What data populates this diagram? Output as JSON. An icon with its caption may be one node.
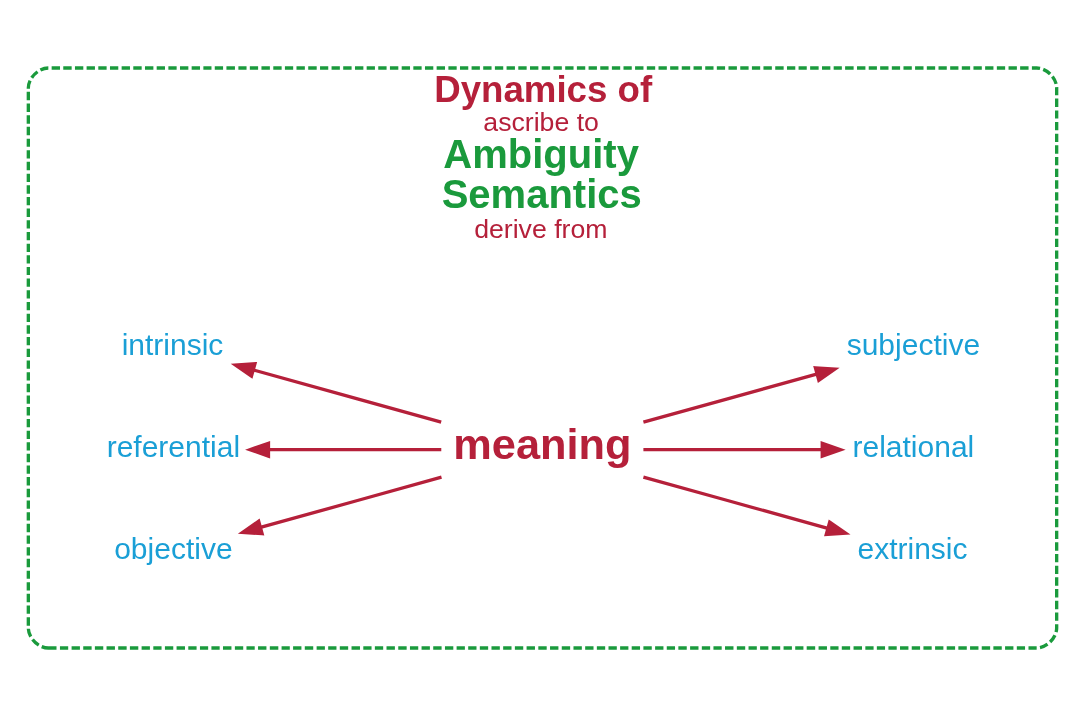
{
  "diagram": {
    "nodes": [
      {
        "text": [
          "Dynamics of",
          "ascribe to",
          "Ambiguity",
          "Semantics",
          "derive from"
        ]
      },
      {
        "text": [
          "intrinsic"
        ],
        "in": 0
      },
      {
        "text": [
          "referential"
        ],
        "in": 0
      },
      {
        "text": [
          "objective"
        ],
        "in": 0
      },
      {
        "text": [
          "meaning"
        ],
        "in": 0
      },
      {
        "text": [
          "extrinsic"
        ],
        "in": 0
      },
      {
        "text": [
          "relational"
        ],
        "in": 0
      },
      {
        "text": [
          "subjective"
        ],
        "in": 0
      }
    ],
    "edges": [
      {
        "from": 4,
        "to": 1,
        "arrow": "to"
      },
      {
        "from": 4,
        "to": 2,
        "arrow": "to"
      },
      {
        "from": 4,
        "to": 3,
        "arrow": "to"
      },
      {
        "from": 4,
        "to": 5,
        "arrow": "to"
      },
      {
        "from": 4,
        "to": 6,
        "arrow": "to"
      },
      {
        "from": 4,
        "to": 7,
        "arrow": "to"
      }
    ]
  }
}
